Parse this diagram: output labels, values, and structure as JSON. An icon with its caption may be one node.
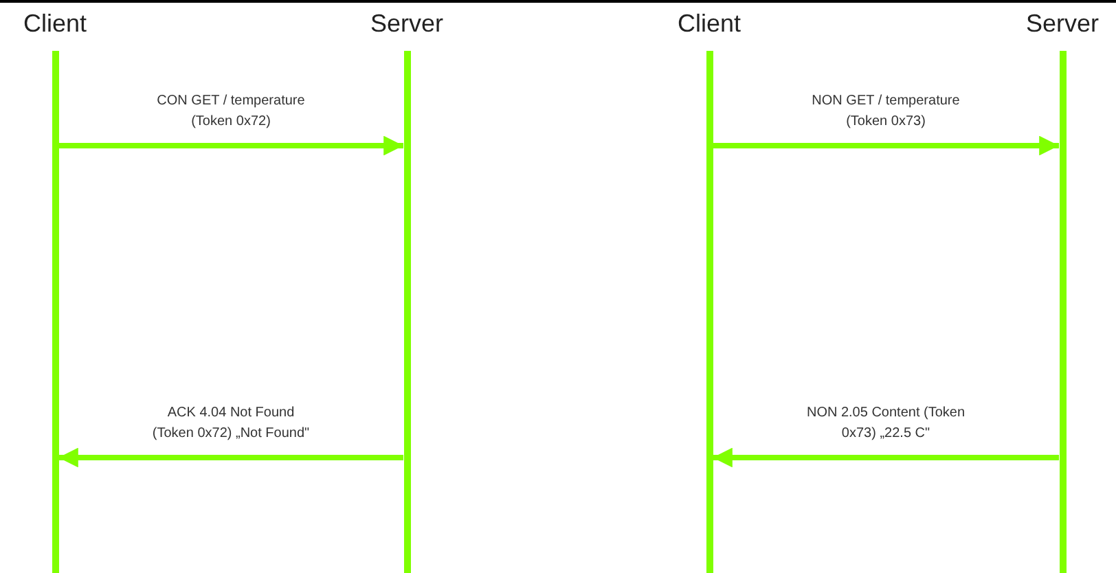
{
  "diagram": {
    "nodes": [
      {
        "text": [
          "Client"
        ]
      },
      {
        "text": [
          "Server"
        ]
      },
      {
        "text": [
          "Client"
        ]
      },
      {
        "text": [
          "Server"
        ]
      }
    ],
    "edges": [
      {
        "from": 0,
        "to": 1,
        "arrow": "to",
        "label": "CON GET / temperature (Token 0x72)"
      },
      {
        "from": 1,
        "to": 0,
        "arrow": "to",
        "label": "ACK 4.04 Not Found (Token 0x72) „Not Found\""
      },
      {
        "from": 2,
        "to": 3,
        "arrow": "to",
        "label": "NON GET / temperature (Token 0x73)"
      },
      {
        "from": 3,
        "to": 2,
        "arrow": "to",
        "label": "NON 2.05 Content (Token 0x73) „22.5 C\""
      }
    ]
  }
}
